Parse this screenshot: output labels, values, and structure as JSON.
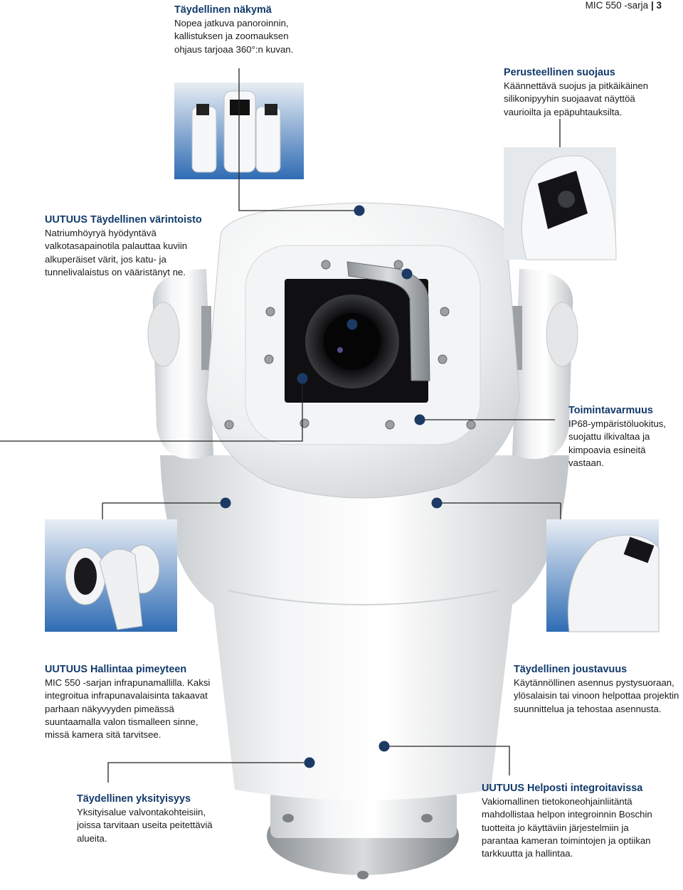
{
  "header": {
    "series": "MIC 550 -sarja",
    "separator": "|",
    "page": "3"
  },
  "features": [
    {
      "title": "Täydellinen näkymä",
      "body": "Nopea jatkuva panoroinnin,\nkallistuksen ja zoomauksen\nohjaus tarjoaa 360°:n kuvan."
    },
    {
      "title": "Perusteellinen suojaus",
      "body": "Käännettävä suojus ja pitkäikäinen\nsilikonipyyhin suojaavat näyttöä\nvaurioilta ja epäpuhtauksilta."
    },
    {
      "title": "UUTUUS Täydellinen värintoisto",
      "body": "Natriumhöyryä hyödyntävä\nvalkotasapainotila palauttaa kuviin\nalkuperäiset värit, jos katu- ja\ntunnelivalaistus on vääristänyt ne."
    },
    {
      "title": "Toimintavarmuus",
      "body": "IP68-ympäristöluokitus,\nsuojattu ilkivaltaa ja\nkimpoavia esineitä\nvastaan."
    },
    {
      "title": "UUTUUS Hallintaa pimeyteen",
      "body": "MIC 550 -sarjan infrapunamallilla. Kaksi\nintegroitua infrapunavalaisinta takaavat\nparhaan näkyvyyden pimeässä\nsuuntaamalla valon tismalleen sinne,\nmissä kamera sitä tarvitsee."
    },
    {
      "title": "Täydellinen joustavuus",
      "body": "Käytännöllinen asennus pystysuoraan,\nylösalaisin tai vinoon helpottaa projektin\nsuunnittelua ja tehostaa asennusta."
    },
    {
      "title": "Täydellinen yksityisyys",
      "body": "Yksityisalue valvontakohteisiin,\njoissa tarvitaan useita peitettäviä\nalueita."
    },
    {
      "title": "UUTUUS Helposti integroitavissa",
      "body": "Vakiomallinen tietokoneohjainliitäntä\nmahdollistaa helpon integroinnin Boschin\ntuotteita jo käyttäviin järjestelmiin ja\nparantaa kameran toimintojen ja optiikan\ntarkkuutta ja hallintaa."
    }
  ],
  "colors": {
    "heading": "#123a6b",
    "marker": "#1c3a63",
    "leader": "#222222",
    "photo_bg": "#2f6cb4"
  }
}
